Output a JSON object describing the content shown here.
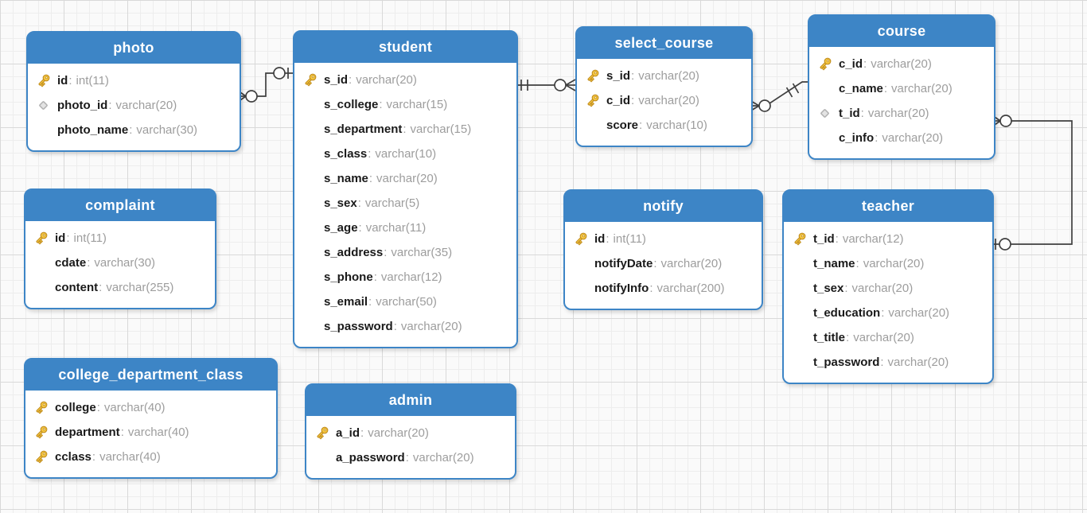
{
  "diagram": {
    "field_separator": ":",
    "colors": {
      "header_blue": "#3d85c6",
      "border_blue": "#3d85c6",
      "field_name_color": "#1a1a1a",
      "field_type_color": "#9d9d9d",
      "connector_color": "#3f3f3f",
      "key_icon_gold": "#f6c843",
      "diamond_icon_gray": "#e3e3e3"
    },
    "tables": [
      {
        "name": "photo",
        "fields": [
          {
            "icon": "key",
            "name": "id",
            "type": "int(11)"
          },
          {
            "icon": "diamond",
            "name": "photo_id",
            "type": "varchar(20)"
          },
          {
            "icon": "none",
            "name": "photo_name",
            "type": "varchar(30)"
          }
        ]
      },
      {
        "name": "student",
        "fields": [
          {
            "icon": "key",
            "name": "s_id",
            "type": "varchar(20)"
          },
          {
            "icon": "none",
            "name": "s_college",
            "type": "varchar(15)"
          },
          {
            "icon": "none",
            "name": "s_department",
            "type": "varchar(15)"
          },
          {
            "icon": "none",
            "name": "s_class",
            "type": "varchar(10)"
          },
          {
            "icon": "none",
            "name": "s_name",
            "type": "varchar(20)"
          },
          {
            "icon": "none",
            "name": "s_sex",
            "type": "varchar(5)"
          },
          {
            "icon": "none",
            "name": "s_age",
            "type": "varchar(11)"
          },
          {
            "icon": "none",
            "name": "s_address",
            "type": "varchar(35)"
          },
          {
            "icon": "none",
            "name": "s_phone",
            "type": "varchar(12)"
          },
          {
            "icon": "none",
            "name": "s_email",
            "type": "varchar(50)"
          },
          {
            "icon": "none",
            "name": "s_password",
            "type": "varchar(20)"
          }
        ]
      },
      {
        "name": "select_course",
        "fields": [
          {
            "icon": "key",
            "name": "s_id",
            "type": "varchar(20)"
          },
          {
            "icon": "key",
            "name": "c_id",
            "type": "varchar(20)"
          },
          {
            "icon": "none",
            "name": "score",
            "type": "varchar(10)"
          }
        ]
      },
      {
        "name": "course",
        "fields": [
          {
            "icon": "key",
            "name": "c_id",
            "type": "varchar(20)"
          },
          {
            "icon": "none",
            "name": "c_name",
            "type": "varchar(20)"
          },
          {
            "icon": "diamond",
            "name": "t_id",
            "type": "varchar(20)"
          },
          {
            "icon": "none",
            "name": "c_info",
            "type": "varchar(20)"
          }
        ]
      },
      {
        "name": "complaint",
        "fields": [
          {
            "icon": "key",
            "name": "id",
            "type": "int(11)"
          },
          {
            "icon": "none",
            "name": "cdate",
            "type": "varchar(30)"
          },
          {
            "icon": "none",
            "name": "content",
            "type": "varchar(255)"
          }
        ]
      },
      {
        "name": "notify",
        "fields": [
          {
            "icon": "key",
            "name": "id",
            "type": "int(11)"
          },
          {
            "icon": "none",
            "name": "notifyDate",
            "type": "varchar(20)"
          },
          {
            "icon": "none",
            "name": "notifyInfo",
            "type": "varchar(200)"
          }
        ]
      },
      {
        "name": "teacher",
        "fields": [
          {
            "icon": "key",
            "name": "t_id",
            "type": "varchar(12)"
          },
          {
            "icon": "none",
            "name": "t_name",
            "type": "varchar(20)"
          },
          {
            "icon": "none",
            "name": "t_sex",
            "type": "varchar(20)"
          },
          {
            "icon": "none",
            "name": "t_education",
            "type": "varchar(20)"
          },
          {
            "icon": "none",
            "name": "t_title",
            "type": "varchar(20)"
          },
          {
            "icon": "none",
            "name": "t_password",
            "type": "varchar(20)"
          }
        ]
      },
      {
        "name": "college_department_class",
        "fields": [
          {
            "icon": "key",
            "name": "college",
            "type": "varchar(40)"
          },
          {
            "icon": "key",
            "name": "department",
            "type": "varchar(40)"
          },
          {
            "icon": "key",
            "name": "cclass",
            "type": "varchar(40)"
          }
        ]
      },
      {
        "name": "admin",
        "fields": [
          {
            "icon": "key",
            "name": "a_id",
            "type": "varchar(20)"
          },
          {
            "icon": "none",
            "name": "a_password",
            "type": "varchar(20)"
          }
        ]
      }
    ],
    "relationships": [
      {
        "from": "student",
        "to": "photo",
        "from_cardinality": "zero-or-one",
        "to_cardinality": "zero-or-many"
      },
      {
        "from": "student",
        "to": "select_course",
        "from_cardinality": "exactly-one",
        "to_cardinality": "zero-or-many"
      },
      {
        "from": "course",
        "to": "select_course",
        "from_cardinality": "exactly-one",
        "to_cardinality": "zero-or-many"
      },
      {
        "from": "teacher",
        "to": "course",
        "from_cardinality": "zero-or-one",
        "to_cardinality": "zero-or-many"
      }
    ]
  }
}
